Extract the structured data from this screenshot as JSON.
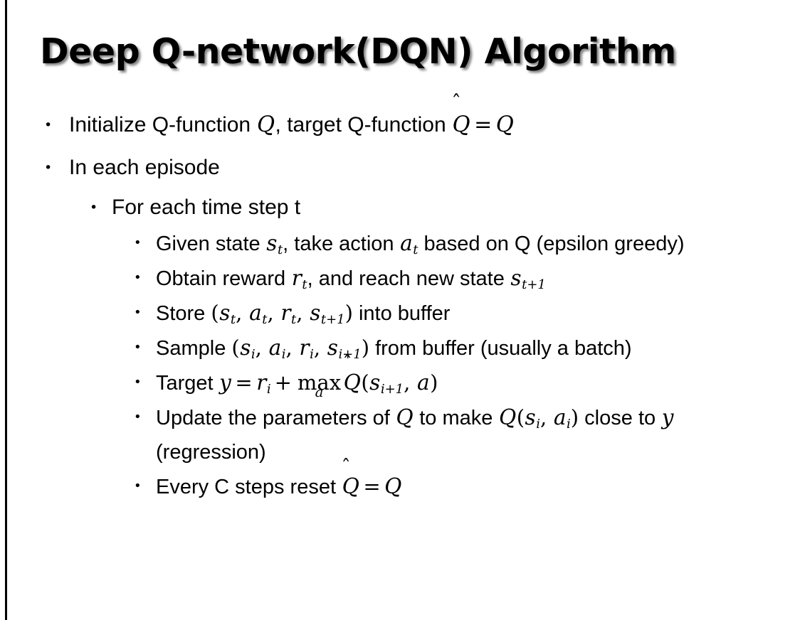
{
  "slide": {
    "title": "Deep Q-network(DQN) Algorithm",
    "background_color": "#FFFFFF",
    "text_color": "#000000",
    "border_color": "#000000",
    "bullets": {
      "b1": {
        "level": 1,
        "marker": "•",
        "text_plain": "Initialize Q-function Q, target Q-function Q̂ = Q",
        "seg_1": "Initialize Q-function ",
        "math_1": "Q",
        "seg_2": ", target Q-function ",
        "math_2": "Q",
        "hat_2": "̂",
        "eq": "=",
        "math_3": "Q"
      },
      "b2": {
        "level": 1,
        "marker": "•",
        "text_plain": "In each episode"
      },
      "b3": {
        "level": 2,
        "marker": "•",
        "text_plain": "For each time step t"
      },
      "b4": {
        "level": 3,
        "marker": "•",
        "text_plain": "Given state s_t, take action a_t based on Q (epsilon greedy)",
        "seg_1": "Given state ",
        "math_s": "s",
        "sub_s": "t",
        "seg_2": ", take action ",
        "math_a": "a",
        "sub_a": "t",
        "seg_3": " based on Q (epsilon greedy)"
      },
      "b5": {
        "level": 3,
        "marker": "•",
        "text_plain": "Obtain reward r_t, and reach new state s_{t+1}",
        "seg_1": "Obtain reward ",
        "math_r": "r",
        "sub_r": "t",
        "seg_2": ", and reach new state ",
        "math_s": "s",
        "sub_s": "t+1"
      },
      "b6": {
        "level": 3,
        "marker": "•",
        "text_plain": "Store (s_t, a_t, r_t, s_{t+1}) into buffer",
        "seg_1": "Store ",
        "open": "(",
        "m1": "s",
        "s1": "t",
        "c1": ", ",
        "m2": "a",
        "s2": "t",
        "c2": ", ",
        "m3": "r",
        "s3": "t",
        "c3": ", ",
        "m4": "s",
        "s4": "t+1",
        "close": ")",
        "seg_2": " into buffer"
      },
      "b7": {
        "level": 3,
        "marker": "•",
        "text_plain": "Sample (s_i, a_i, r_i, s_{i+1}) from buffer (usually a batch)",
        "seg_1": "Sample ",
        "open": "(",
        "m1": "s",
        "s1": "i",
        "c1": ", ",
        "m2": "a",
        "s2": "i",
        "c2": ", ",
        "m3": "r",
        "s3": "i",
        "c3": ", ",
        "m4": "s",
        "s4": "i+1",
        "close": ")",
        "seg_2": " from buffer (usually a batch)"
      },
      "b8": {
        "level": 3,
        "marker": "•",
        "text_plain": "Target y = r_i + max_a Q̂(s_{i+1}, a)",
        "seg_1": "Target ",
        "math_y": "y",
        "eq": "=",
        "math_r": "r",
        "sub_r": "i",
        "plus": "+",
        "max_op": "max",
        "max_under": "a",
        "math_Q": "Q",
        "hat": "̂",
        "open": "(",
        "math_s": "s",
        "sub_s": "i+1",
        "comma": ", ",
        "math_a": "a",
        "close": ")"
      },
      "b9": {
        "level": 3,
        "marker": "•",
        "text_plain": "Update the parameters of Q to make Q(s_i, a_i) close to y (regression)",
        "seg_1": "Update the parameters of ",
        "math_Q1": "Q",
        "seg_2": " to make ",
        "math_Q2": "Q",
        "open": "(",
        "m1": "s",
        "s1": "i",
        "c1": ", ",
        "m2": "a",
        "s2": "i",
        "close": ")",
        "seg_3": " close to ",
        "math_y": "y",
        "seg_4": " (regression)"
      },
      "b10": {
        "level": 3,
        "marker": "•",
        "text_plain": "Every C steps reset Q̂ = Q",
        "seg_1": "Every C steps reset ",
        "math_Q1": "Q",
        "hat": "̂",
        "eq": "=",
        "math_Q2": "Q"
      }
    }
  }
}
